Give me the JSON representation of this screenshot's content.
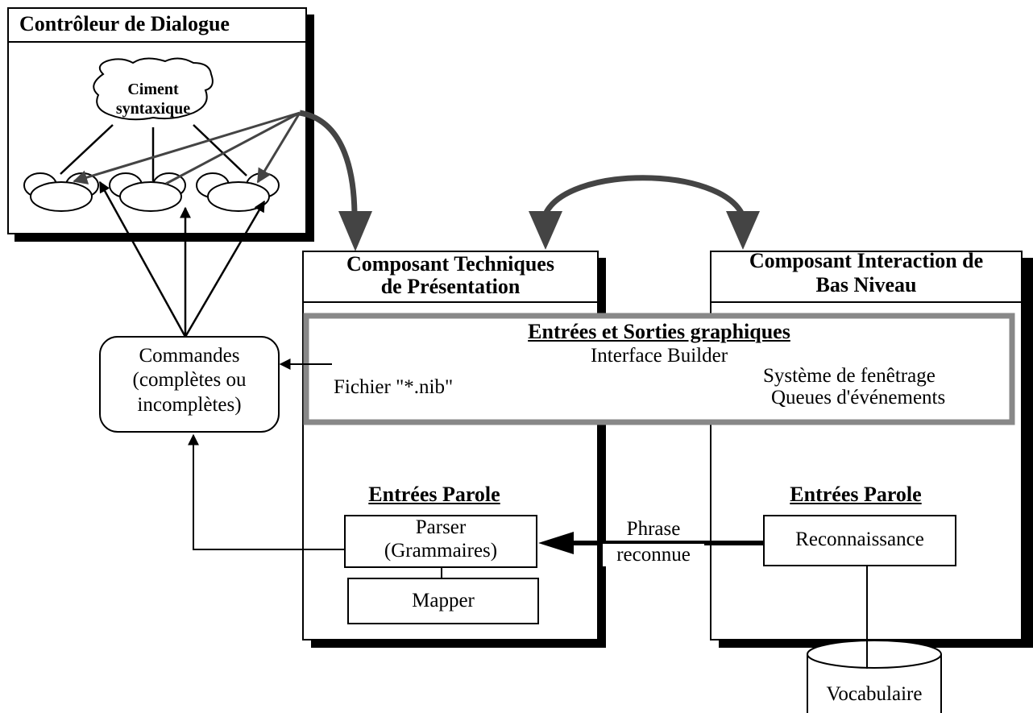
{
  "dialog_controller": {
    "title": "Contrôleur de Dialogue",
    "ciment_line1": "Ciment",
    "ciment_line2": "syntaxique"
  },
  "commandes": {
    "line1": "Commandes",
    "line2": "(complètes ou",
    "line3": "incomplètes)"
  },
  "presentation": {
    "title_line1": "Composant Techniques",
    "title_line2": "de Présentation"
  },
  "interaction": {
    "title_line1": "Composant Interaction de",
    "title_line2": "Bas Niveau"
  },
  "graphics_band": {
    "title": "Entrées et Sorties graphiques",
    "subtitle": "Interface Builder",
    "nib_file": "Fichier \"*.nib\"",
    "windowing": "Système de fenêtrage",
    "event_queues": "Queues d'événements"
  },
  "speech_left": {
    "heading": "Entrées Parole",
    "parser_line1": "Parser",
    "parser_line2": "(Grammaires)",
    "mapper": "Mapper"
  },
  "speech_right": {
    "heading": "Entrées Parole",
    "recognition": "Reconnaissance"
  },
  "phrase_label": {
    "line1": "Phrase",
    "line2": "reconnue"
  },
  "vocabulary": "Vocabulaire"
}
